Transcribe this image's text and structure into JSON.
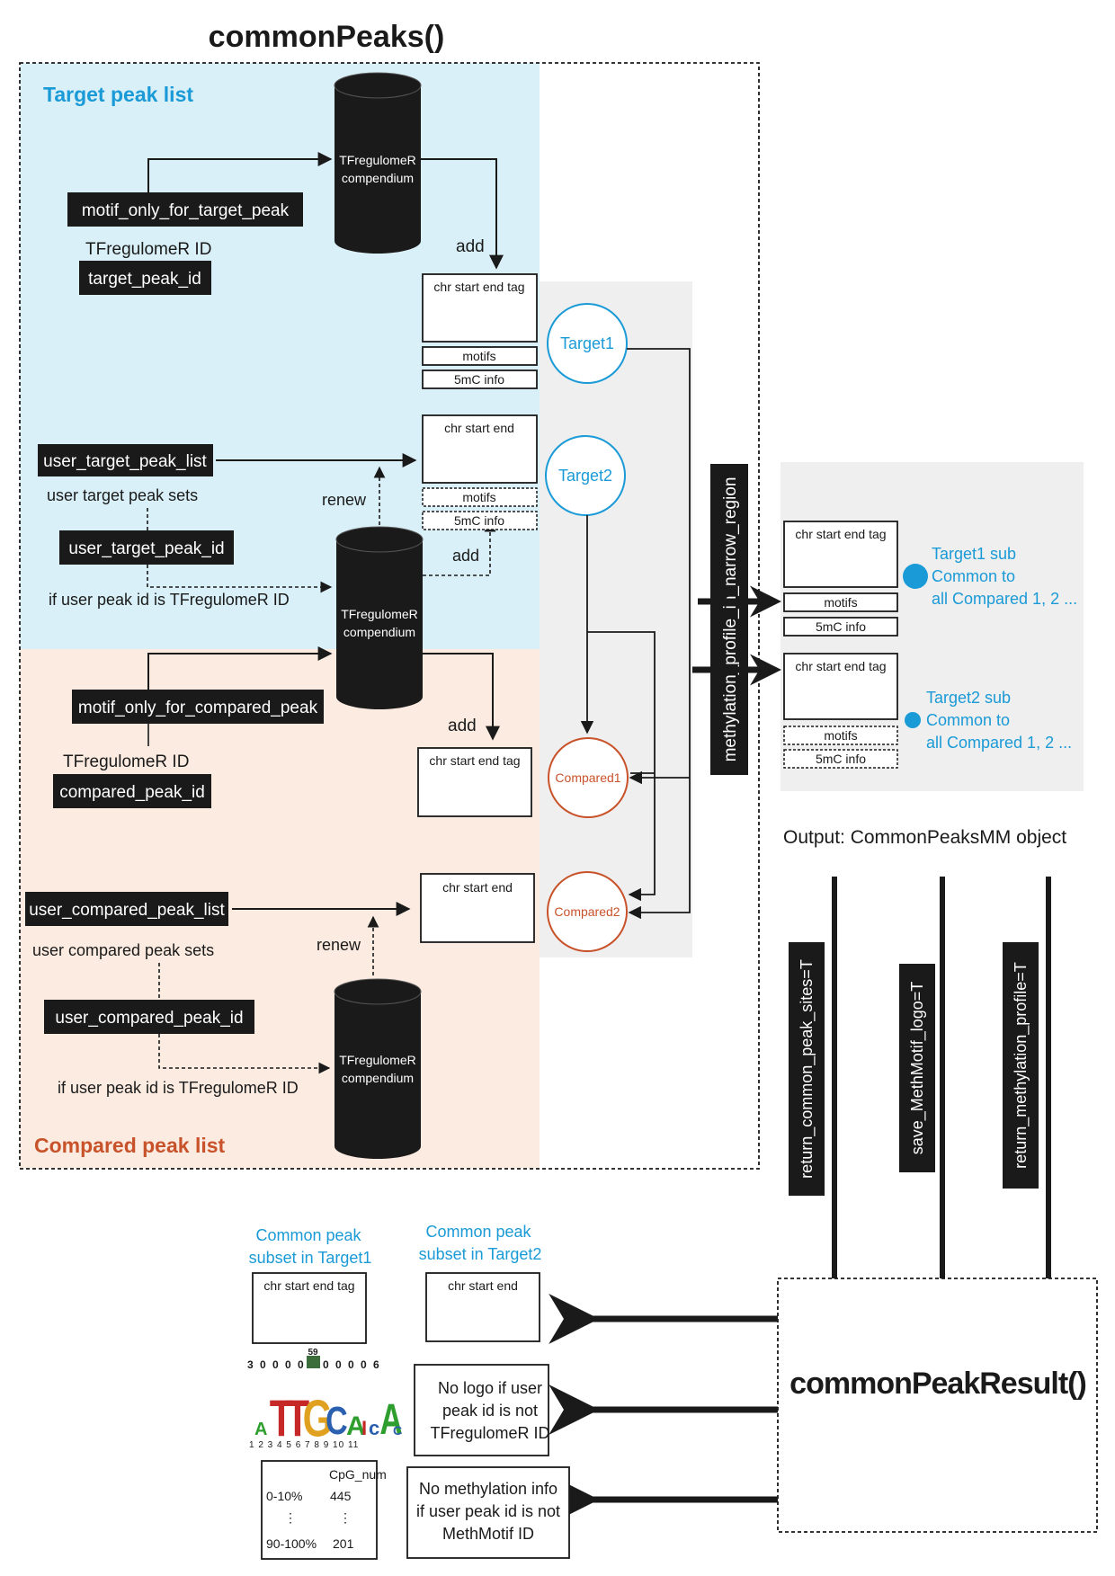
{
  "title": "commonPeaks()",
  "target_section": {
    "label": "Target peak list"
  },
  "compared_section": {
    "label": "Compared peak list"
  },
  "db_label_line1": "TFregulomeR",
  "db_label_line2": "compendium",
  "target_part": {
    "motif_only_for_target_peak": "motif_only_for_target_peak",
    "tfregulomer_id": "TFregulomeR ID",
    "target_peak_id": "target_peak_id",
    "add": "add",
    "user_target_peak_list": "user_target_peak_list",
    "user_target_peak_sets": "user target peak sets",
    "renew": "renew",
    "user_target_peak_id": "user_target_peak_id",
    "if_user_peak_id": "if user peak id is TFregulomeR ID"
  },
  "compared_part": {
    "motif_only_for_compared_peak": "motif_only_for_compared_peak",
    "tfregulomer_id": "TFregulomeR ID",
    "compared_peak_id": "compared_peak_id",
    "add": "add",
    "user_compared_peak_list": "user_compared_peak_list",
    "user_compared_peak_sets": "user compared peak sets",
    "renew": "renew",
    "user_compared_peak_id": "user_compared_peak_id",
    "if_user_peak_id": "if user peak id is TFregulomeR ID"
  },
  "table": {
    "chr_start_end_tag": "chr  start end  tag",
    "chr_start_end": "chr    start    end",
    "motifs": "motifs",
    "mc_info": "5mC info"
  },
  "circles": {
    "target1": "Target1",
    "target2": "Target2",
    "compared1": "Compared1",
    "compared2": "Compared2"
  },
  "methylation_label": "methylation_profile_in_narrow_region",
  "output_panel": {
    "target1_sub": [
      "Target1 sub",
      "Common to",
      "all Compared 1, 2 ..."
    ],
    "target2_sub": [
      "Target2 sub",
      "Common to",
      "all Compared 1, 2 ..."
    ],
    "output_label": "Output: CommonPeaksMM object"
  },
  "params": {
    "return_common_peak_sites": "return_common_peak_sites=T",
    "save_methmotif_logo": "save_MethMotif_logo=T",
    "return_methylation_profile": "return_methylation_profile=T"
  },
  "result_function": "commonPeakResult()",
  "results": {
    "subset_target1": [
      "Common peak",
      "subset in Target1"
    ],
    "subset_target2": [
      "Common peak",
      "subset in Target2"
    ],
    "no_logo": [
      "No logo if user",
      "peak id is not",
      "TFregulomeR ID"
    ],
    "no_methylation": [
      "No methylation info",
      "if user peak id is not",
      "MethMotif ID"
    ],
    "logo_counts": "3 0 0 0 0",
    "logo_center": "59",
    "logo_counts_right": "0 0 0 0 6",
    "logo_positions": "1 2 3 4 5 6 7 8 9 10 11",
    "cpg_table": {
      "header": "CpG_num",
      "rows": [
        {
          "range": "0-10%",
          "value": "445"
        },
        {
          "range": "⋮",
          "value": "⋮"
        },
        {
          "range": "90-100%",
          "value": "201"
        }
      ]
    }
  },
  "colors": {
    "target_bg": "#d9f0f8",
    "compared_bg": "#fbebe0",
    "panel_gray": "#f0f0f0",
    "blue": "#1a9ad6",
    "orange": "#c8522a",
    "black": "#1a1a1a"
  }
}
